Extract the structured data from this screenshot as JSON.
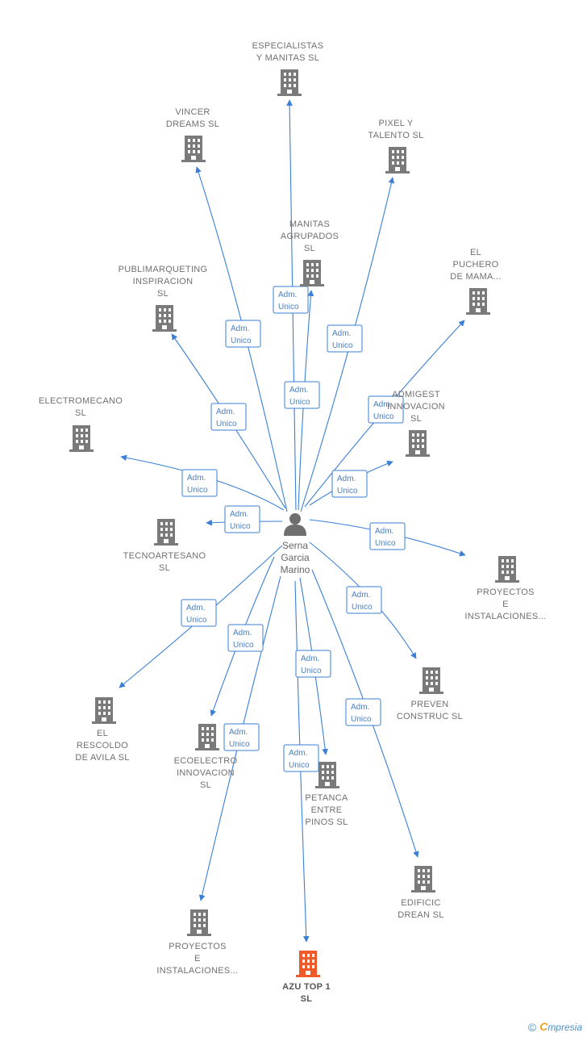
{
  "colors": {
    "edge": "#3a7fd5",
    "building": "#7a7a7a",
    "highlight": "#f05a2a",
    "person": "#6f6f6f"
  },
  "center": {
    "lines": [
      "Serna",
      "Garcia",
      "Marino"
    ]
  },
  "edge_label": [
    "Adm.",
    "Unico"
  ],
  "nodes": [
    {
      "id": "especialistas",
      "lines": [
        "ESPECIALISTAS",
        "Y MANITAS  SL"
      ]
    },
    {
      "id": "vincer",
      "lines": [
        "VINCER",
        "DREAMS  SL"
      ]
    },
    {
      "id": "pixel",
      "lines": [
        "PIXEL Y",
        "TALENTO  SL"
      ]
    },
    {
      "id": "manitas",
      "lines": [
        "MANITAS",
        "AGRUPADOS",
        "SL"
      ]
    },
    {
      "id": "publimarqueting",
      "lines": [
        "PUBLIMARQUETING",
        "INSPIRACION",
        "SL"
      ]
    },
    {
      "id": "puchero",
      "lines": [
        "EL",
        "PUCHERO",
        "DE MAMA..."
      ]
    },
    {
      "id": "electromecano",
      "lines": [
        "ELECTROMECANO",
        "SL"
      ]
    },
    {
      "id": "admigest",
      "lines": [
        "ADMIGEST",
        "INNOVACION",
        "SL"
      ]
    },
    {
      "id": "tecnoartesano",
      "lines": [
        "TECNOARTESANO",
        "SL"
      ]
    },
    {
      "id": "proyectos1",
      "lines": [
        "PROYECTOS",
        "E",
        "INSTALACIONES..."
      ]
    },
    {
      "id": "preven",
      "lines": [
        "PREVEN",
        "CONSTRUC  SL"
      ]
    },
    {
      "id": "rescoldo",
      "lines": [
        "EL",
        "RESCOLDO",
        "DE AVILA  SL"
      ]
    },
    {
      "id": "ecoelectro",
      "lines": [
        "ECOELECTRO",
        "INNOVACION",
        "SL"
      ]
    },
    {
      "id": "petanca",
      "lines": [
        "PETANCA",
        "ENTRE",
        "PINOS  SL"
      ]
    },
    {
      "id": "edificic",
      "lines": [
        "EDIFICIC",
        "DREAN  SL"
      ]
    },
    {
      "id": "proyectos2",
      "lines": [
        "PROYECTOS",
        "E",
        "INSTALACIONES..."
      ]
    },
    {
      "id": "azu",
      "lines": [
        "AZU TOP 1",
        "SL"
      ],
      "highlight": true
    }
  ],
  "footer": {
    "copyright": "©",
    "brand_initial": "C",
    "brand_rest": "mpresia"
  }
}
